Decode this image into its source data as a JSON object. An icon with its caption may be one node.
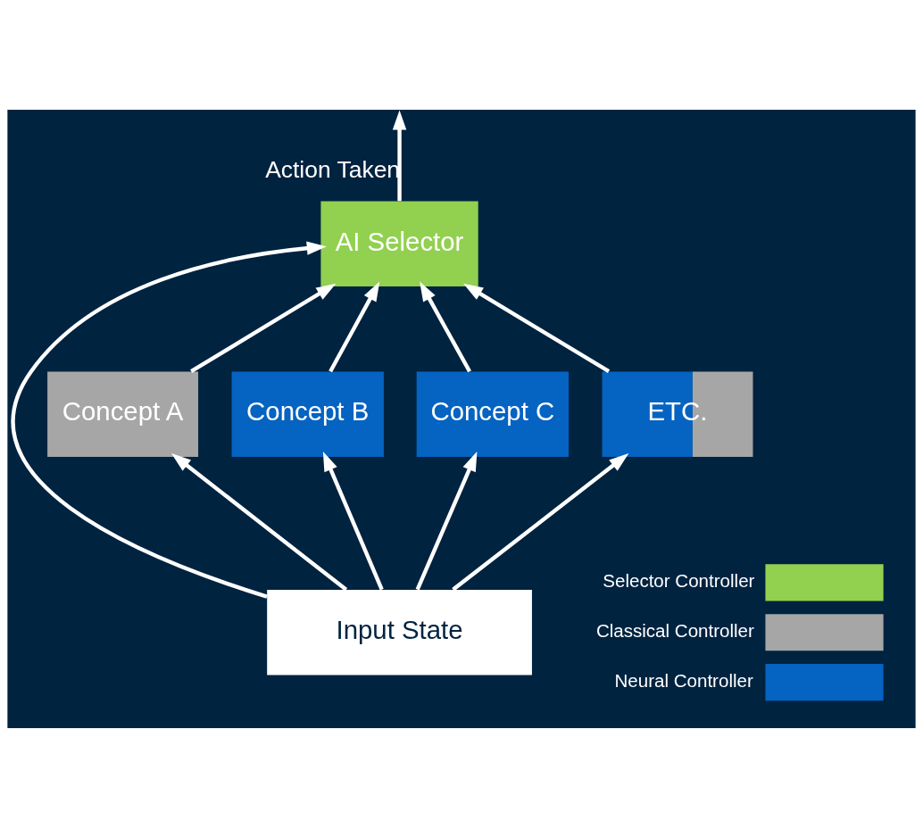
{
  "diagram": {
    "nodes": [
      {
        "text": [
          "AI Selector"
        ]
      },
      {
        "text": [
          "Concept A"
        ]
      },
      {
        "text": [
          "Concept B"
        ]
      },
      {
        "text": [
          "Concept C"
        ]
      },
      {
        "text": [
          "ETC."
        ]
      },
      {
        "text": [
          "Input State"
        ]
      }
    ],
    "edges": [
      {
        "from": 0,
        "to": null,
        "arrow": "to",
        "label": "Action Taken"
      },
      {
        "from": 1,
        "to": 0,
        "arrow": "to"
      },
      {
        "from": 2,
        "to": 0,
        "arrow": "to"
      },
      {
        "from": 3,
        "to": 0,
        "arrow": "to"
      },
      {
        "from": 4,
        "to": 0,
        "arrow": "to"
      },
      {
        "from": 5,
        "to": 1,
        "arrow": "to"
      },
      {
        "from": 5,
        "to": 2,
        "arrow": "to"
      },
      {
        "from": 5,
        "to": 3,
        "arrow": "to"
      },
      {
        "from": 5,
        "to": 4,
        "arrow": "to"
      },
      {
        "from": 5,
        "to": 0,
        "arrow": "to"
      }
    ],
    "legend": [
      {
        "text": "Selector Controller",
        "color": "#92d050"
      },
      {
        "text": "Classical Controller",
        "color": "#a6a6a6"
      },
      {
        "text": "Neural Controller",
        "color": "#0563c1"
      }
    ]
  }
}
